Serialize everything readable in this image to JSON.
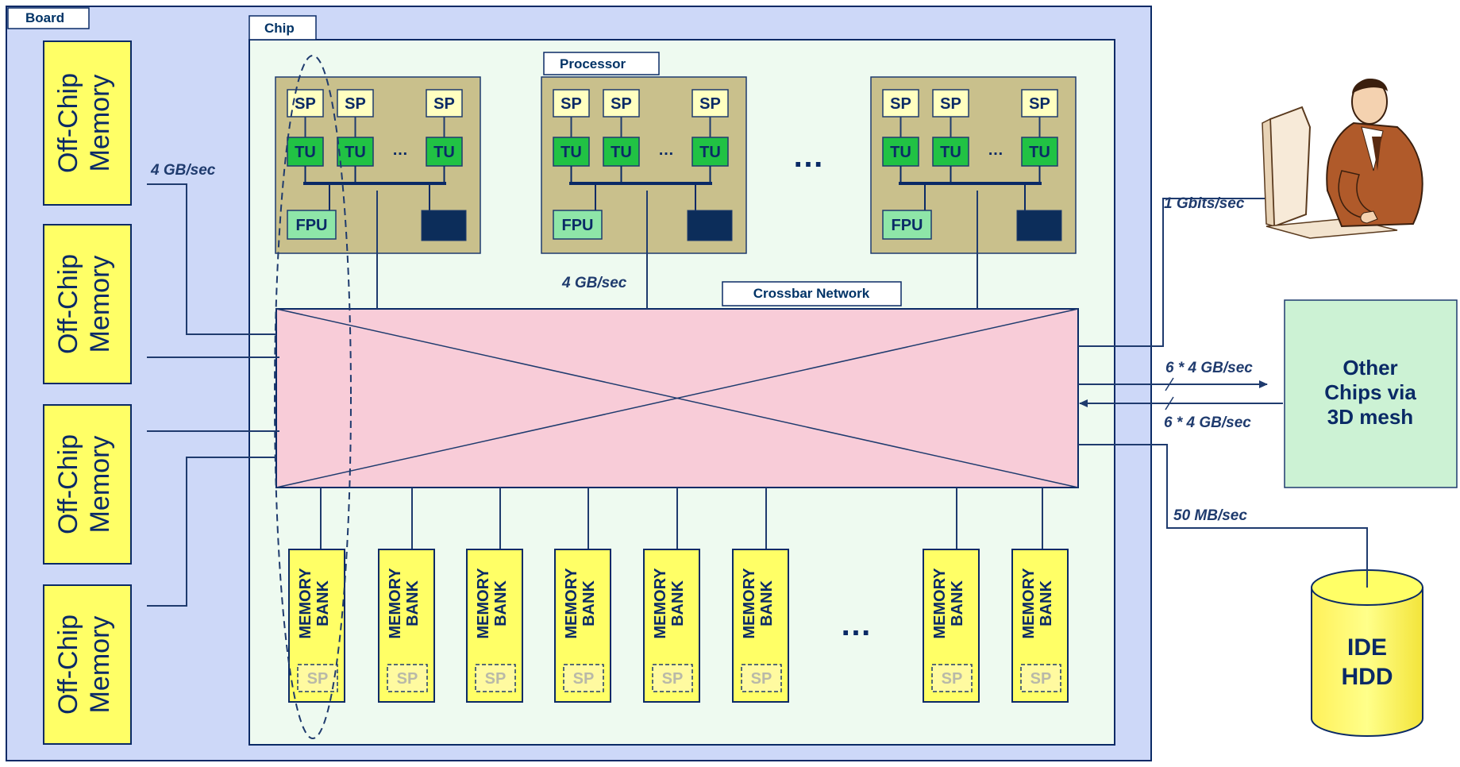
{
  "board": {
    "label": "Board"
  },
  "chip": {
    "label": "Chip"
  },
  "processor": {
    "label": "Processor",
    "sp": "SP",
    "tu": "TU",
    "fpu": "FPU",
    "ellipsis": "…"
  },
  "processor_ellipsis": "…",
  "crossbar": {
    "label": "Crossbar Network"
  },
  "offchip_memory": {
    "line1": "Off-Chip",
    "line2": "Memory"
  },
  "memory_bank": {
    "line1": "MEMORY",
    "line2": "BANK",
    "sp": "SP"
  },
  "bank_ellipsis": "…",
  "bandwidths": {
    "offchip": "4 GB/sec",
    "processor": "4 GB/sec",
    "user": "1 Gbits/sec",
    "mesh_out": "6 * 4 GB/sec",
    "mesh_in": "6 * 4 GB/sec",
    "hdd": "50 MB/sec"
  },
  "other_chips": {
    "line1": "Other",
    "line2": "Chips via",
    "line3": "3D mesh"
  },
  "hdd": {
    "line1": "IDE",
    "line2": "HDD"
  },
  "colors": {
    "board_bg": "#cdd8f8",
    "chip_bg": "#eefaf0",
    "processor_bg": "#c9c08c",
    "sp_fill": "#ffffc0",
    "tu_fill": "#21c244",
    "fpu_fill": "#8ee6a8",
    "dark_block": "#0c2d5a",
    "crossbar_fill": "#f8ccd8",
    "memory_fill": "#ffff66",
    "mesh_fill": "#ccf2d4"
  }
}
